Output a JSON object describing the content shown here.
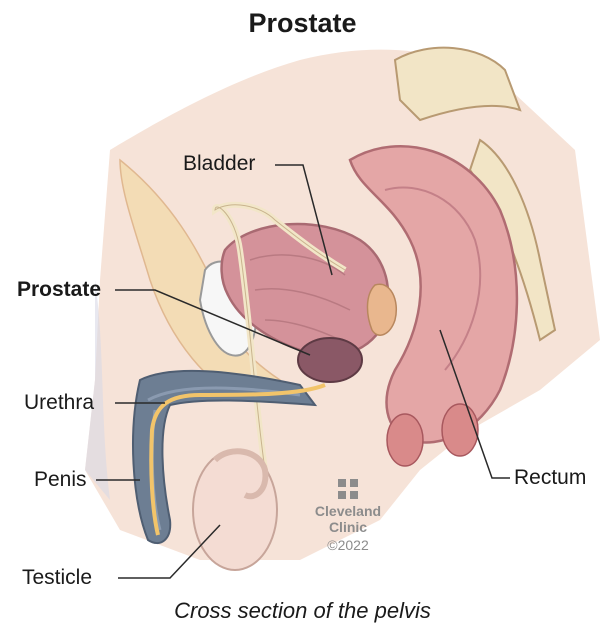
{
  "title": "Prostate",
  "caption": "Cross section of the pelvis",
  "labels": {
    "bladder": "Bladder",
    "prostate": "Prostate",
    "urethra": "Urethra",
    "penis": "Penis",
    "testicle": "Testicle",
    "rectum": "Rectum"
  },
  "logo": {
    "line1": "Cleveland",
    "line2": "Clinic",
    "copyright": "©2022"
  },
  "colors": {
    "skin": "#f6d9cd",
    "tissue": "#e8b4a8",
    "bladder": "#d4929a",
    "prostate": "#8a5866",
    "penis_tissue": "#6d7e93",
    "urethra": "#f2c46a",
    "rectum": "#e4a6a6",
    "fat": "#f3dcb5"
  }
}
